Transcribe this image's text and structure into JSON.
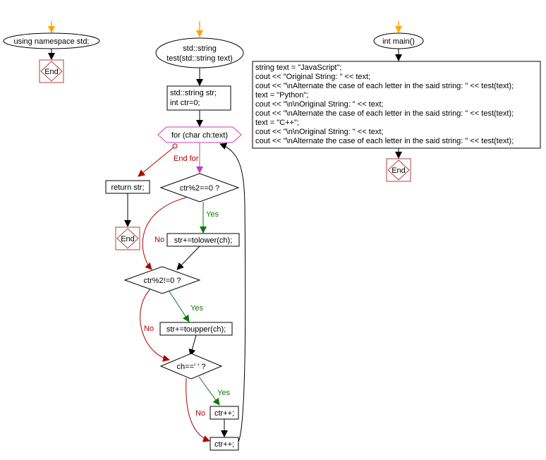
{
  "diagrams": {
    "ns": {
      "start_label": "using namespace std;",
      "end_label": "End"
    },
    "test_fn": {
      "start_line1": "std::string",
      "start_line2": "test(std::string text)",
      "decl_line1": "std::string str;",
      "decl_line2": "int ctr=0;",
      "for_label": "for (char ch:text)",
      "end_for_label": "End for",
      "return_label": "return str;",
      "end_label": "End",
      "cond1": "ctr%2==0 ?",
      "action1": "str+=tolower(ch);",
      "cond2": "ctr%2!=0 ?",
      "action2": "str+=toupper(ch);",
      "cond3": "ch==' ' ?",
      "action3": "ctr++;",
      "action4": "ctr++;",
      "yes": "Yes",
      "no": "No"
    },
    "main_fn": {
      "start_label": "int main()",
      "code_lines": [
        "string text = \"JavaScript\";",
        "cout << \"Original String: \" << text;",
        "cout << \"\\nAlternate the case of each letter in the said string: \" << test(text);",
        "text = \"Python\";",
        "cout << \"\\n\\nOriginal String: \" << text;",
        "cout << \"\\nAlternate the case of each letter in the said string: \" << test(text);",
        "text = \"C++\";",
        "cout << \"\\n\\nOriginal String: \" << text;",
        "cout << \"\\nAlternate the case of each letter in the said string: \" << test(text);"
      ],
      "end_label": "End"
    }
  },
  "colors": {
    "start_arrow": "#ffa500",
    "yes_edge": "#0a7a0a",
    "no_edge": "#b00000",
    "loop": "#c040c0",
    "end_border": "#b04040"
  }
}
